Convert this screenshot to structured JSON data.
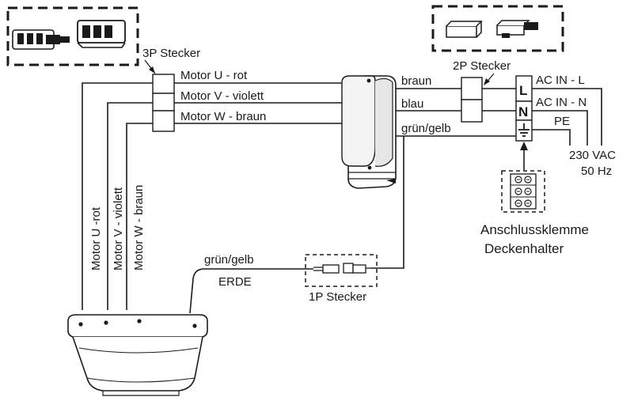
{
  "labels": {
    "stecker_3p": "3P Stecker",
    "stecker_2p": "2P Stecker",
    "stecker_1p": "1P Stecker",
    "motor_u_h": "Motor U - rot",
    "motor_v_h": "Motor V - violett",
    "motor_w_h": "Motor W - braun",
    "motor_u_v": "Motor U -rot",
    "motor_v_v": "Motor V - violett",
    "motor_w_v": "Motor W - braun",
    "braun": "braun",
    "blau": "blau",
    "gruen_gelb_top": "grün/gelb",
    "gruen_gelb_bottom": "grün/gelb",
    "erde": "ERDE",
    "ac_in_l": "AC IN - L",
    "ac_in_n": "AC IN - N",
    "pe": "PE",
    "voltage": "230 VAC",
    "frequency": "50 Hz",
    "terminal_l": "L",
    "terminal_n": "N",
    "anschlussklemme": "Anschlussklemme",
    "deckenhalter": "Deckenhalter"
  }
}
